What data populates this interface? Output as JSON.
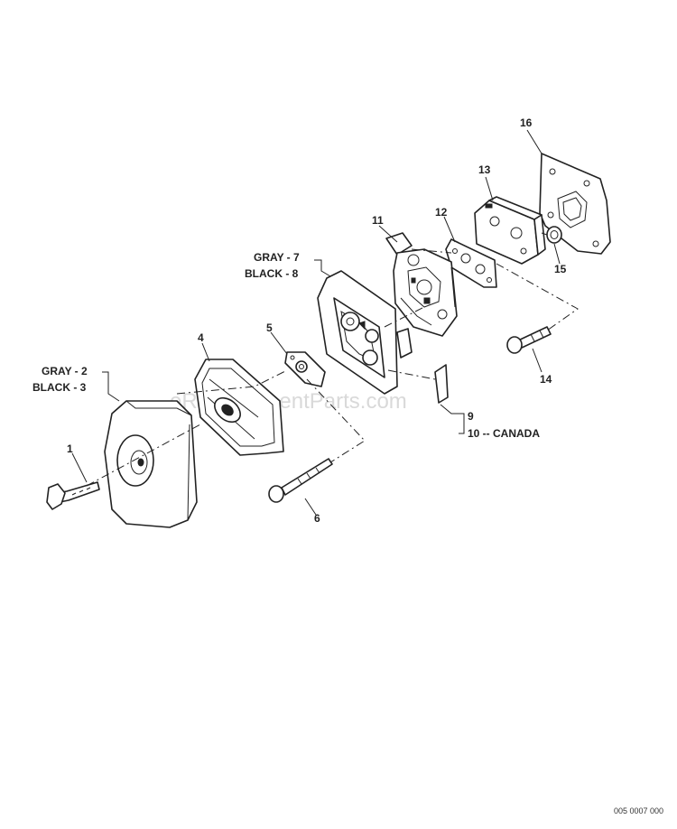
{
  "watermark": "eReplacementParts.com",
  "drawing_code": "005 0007 000",
  "callouts": {
    "p1": "1",
    "p2": "GRAY - 2",
    "p3": "BLACK - 3",
    "p4": "4",
    "p5": "5",
    "p6": "6",
    "p7": "GRAY - 7",
    "p8": "BLACK - 8",
    "p9": "9",
    "p10": "10 -- CANADA",
    "p11": "11",
    "p12": "12",
    "p13": "13",
    "p14": "14",
    "p15": "15",
    "p16": "16"
  },
  "icons": {
    "wing_bolt": "wing-bolt-icon",
    "air_cleaner_cover": "air-cleaner-cover-icon",
    "air_filter": "air-filter-icon",
    "plate": "plate-icon",
    "long_bolt": "long-bolt-icon",
    "air_cleaner_case": "air-cleaner-case-icon",
    "filter_element": "filter-element-icon",
    "carburetor": "carburetor-icon",
    "gasket": "gasket-icon",
    "insulator": "insulator-icon",
    "bolt": "bolt-icon",
    "spacer": "spacer-icon",
    "cylinder_gasket": "cylinder-gasket-icon"
  }
}
